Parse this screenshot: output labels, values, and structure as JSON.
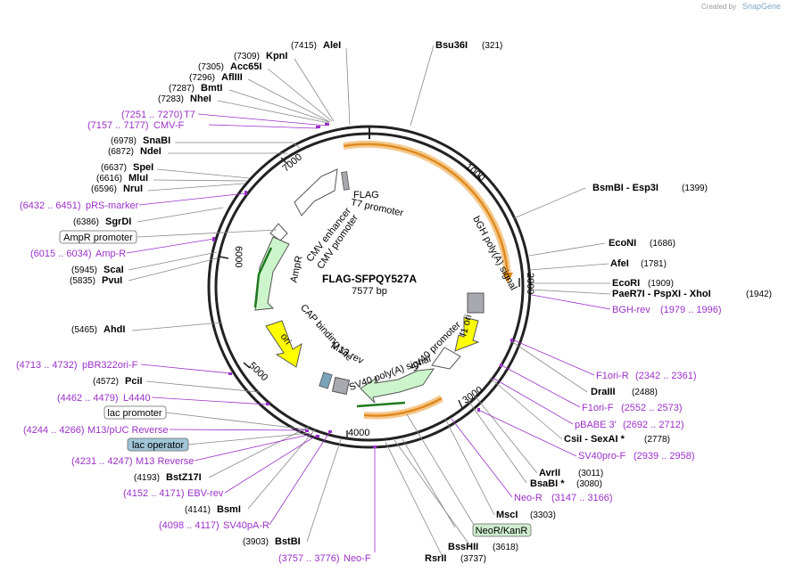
{
  "credit": {
    "created_by": "Created by",
    "brand": "SnapGene"
  },
  "map": {
    "name": "FLAG-SFPQY527A",
    "length": "7577 bp",
    "ticks": [
      "1000",
      "2000",
      "3000",
      "4000",
      "5000",
      "6000",
      "7000"
    ]
  },
  "enzymes": [
    {
      "name": "AleI",
      "pos": "(7415)"
    },
    {
      "name": "KpnI",
      "pos": "(7309)"
    },
    {
      "name": "Acc65I",
      "pos": "(7305)"
    },
    {
      "name": "AflIII",
      "pos": "(7296)"
    },
    {
      "name": "BmtI",
      "pos": "(7287)"
    },
    {
      "name": "NheI",
      "pos": "(7283)"
    },
    {
      "name": "SnaBI",
      "pos": "(6978)"
    },
    {
      "name": "NdeI",
      "pos": "(6872)"
    },
    {
      "name": "SpeI",
      "pos": "(6637)"
    },
    {
      "name": "MluI",
      "pos": "(6616)"
    },
    {
      "name": "NruI",
      "pos": "(6596)"
    },
    {
      "name": "SgrDI",
      "pos": "(6386)"
    },
    {
      "name": "ScaI",
      "pos": "(5945)"
    },
    {
      "name": "PvuI",
      "pos": "(5835)"
    },
    {
      "name": "AhdI",
      "pos": "(5465)"
    },
    {
      "name": "PciI",
      "pos": "(4572)"
    },
    {
      "name": "BstZ17I",
      "pos": "(4193)"
    },
    {
      "name": "BsmI",
      "pos": "(4141)"
    },
    {
      "name": "BstBI",
      "pos": "(3903)"
    },
    {
      "name": "Bsu36I",
      "pos": "(321)"
    },
    {
      "name": "BsmBI  -  Esp3I",
      "pos": "(1399)"
    },
    {
      "name": "EcoNI",
      "pos": "(1686)"
    },
    {
      "name": "AfeI",
      "pos": "(1781)"
    },
    {
      "name": "EcoRI",
      "pos": "(1909)"
    },
    {
      "name": "PaeR7I  -  PspXI  -  XhoI",
      "pos": "(1942)"
    },
    {
      "name": "DraIII",
      "pos": "(2488)"
    },
    {
      "name": "CsiI  -  SexAI *",
      "pos": "(2778)"
    },
    {
      "name": "AvrII",
      "pos": "(3011)"
    },
    {
      "name": "BsaBI *",
      "pos": "(3080)"
    },
    {
      "name": "MscI",
      "pos": "(3303)"
    },
    {
      "name": "BssHII",
      "pos": "(3618)"
    },
    {
      "name": "RsrII",
      "pos": "(3737)"
    }
  ],
  "primers": [
    {
      "name": "T7",
      "range": "(7251 .. 7270)"
    },
    {
      "name": "CMV-F",
      "range": "(7157 .. 7177)"
    },
    {
      "name": "pRS-marker",
      "range": "(6432 .. 6451)"
    },
    {
      "name": "Amp-R",
      "range": "(6015 .. 6034)"
    },
    {
      "name": "pBR322ori-F",
      "range": "(4713 .. 4732)"
    },
    {
      "name": "L4440",
      "range": "(4462 .. 4479)"
    },
    {
      "name": "M13/pUC Reverse",
      "range": "(4244 .. 4266)"
    },
    {
      "name": "M13 Reverse",
      "range": "(4231 .. 4247)"
    },
    {
      "name": "EBV-rev",
      "range": "(4152 .. 4171)"
    },
    {
      "name": "SV40pA-R",
      "range": "(4098 .. 4117)"
    },
    {
      "name": "Neo-F",
      "range": "(3757 .. 3776)"
    },
    {
      "name": "BGH-rev",
      "range": "(1979 .. 1996)"
    },
    {
      "name": "F1ori-R",
      "range": "(2342 .. 2361)"
    },
    {
      "name": "F1ori-F",
      "range": "(2552 .. 2573)"
    },
    {
      "name": "pBABE 3'",
      "range": "(2692 .. 2712)"
    },
    {
      "name": "SV40pro-F",
      "range": "(2939 .. 2958)"
    },
    {
      "name": "Neo-R",
      "range": "(3147 .. 3166)"
    }
  ],
  "boxed": {
    "ampr_promoter": "AmpR promoter",
    "lac_promoter": "lac promoter",
    "lac_operator": "lac operator",
    "neor_kanr": "NeoR/KanR"
  },
  "features": {
    "flag": "FLAG",
    "t7_promoter": "T7 promoter",
    "cmv_enhancer": "CMV enhancer",
    "cmv_promoter": "CMV promoter",
    "ampr": "AmpR",
    "bgh": "bGH poly(A) signal",
    "f1ori": "f1 ori",
    "sv40_promoter": "SV40 promoter",
    "sv40_polya": "SV40 poly(A) signal",
    "m13_rev": "M13 rev",
    "cap": "CAP binding site",
    "ori": "ori"
  },
  "colors": {
    "primer": "#9b30c8",
    "orange_cds": "#e08a1e",
    "green_arrow": "#ccf5cc",
    "yellow_ori": "#ffff00",
    "gray_feature": "#a8a8b0",
    "lac_operator_fill": "#9fc5d6",
    "neor_fill": "#cfeecf"
  }
}
